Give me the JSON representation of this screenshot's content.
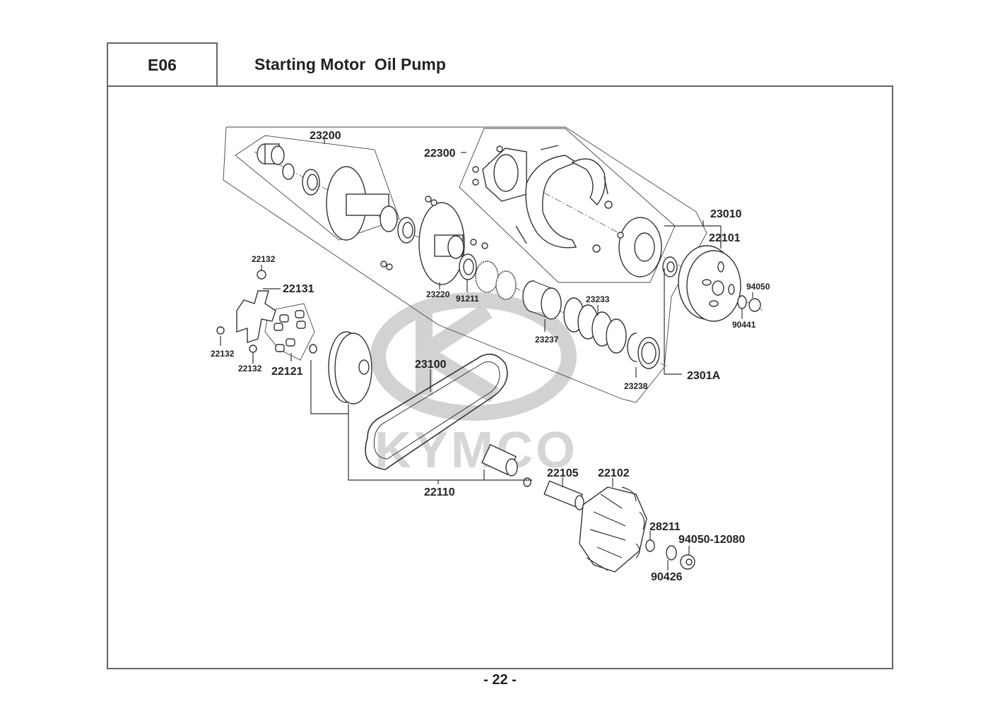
{
  "header": {
    "section_code": "E06",
    "title": "Starting Motor  Oil Pump"
  },
  "watermark": {
    "brand": "KYMCO",
    "color": "#d2d2d2"
  },
  "diagram": {
    "part_labels": [
      {
        "id": "23200",
        "text": "23200"
      },
      {
        "id": "22300",
        "text": "22300"
      },
      {
        "id": "23010",
        "text": "23010"
      },
      {
        "id": "22101",
        "text": "22101"
      },
      {
        "id": "22132a",
        "text": "22132"
      },
      {
        "id": "22131",
        "text": "22131"
      },
      {
        "id": "22132b",
        "text": "22132"
      },
      {
        "id": "22132c",
        "text": "22132"
      },
      {
        "id": "22121",
        "text": "22121"
      },
      {
        "id": "23220",
        "text": "23220"
      },
      {
        "id": "91211",
        "text": "91211"
      },
      {
        "id": "23233",
        "text": "23233"
      },
      {
        "id": "23237",
        "text": "23237"
      },
      {
        "id": "94050",
        "text": "94050"
      },
      {
        "id": "90441",
        "text": "90441"
      },
      {
        "id": "23238",
        "text": "23238"
      },
      {
        "id": "2301A",
        "text": "2301A"
      },
      {
        "id": "23100",
        "text": "23100"
      },
      {
        "id": "22110",
        "text": "22110"
      },
      {
        "id": "22105",
        "text": "22105"
      },
      {
        "id": "22102",
        "text": "22102"
      },
      {
        "id": "28211",
        "text": "28211"
      },
      {
        "id": "94050-12080",
        "text": "94050-12080"
      },
      {
        "id": "90426",
        "text": "90426"
      }
    ]
  },
  "footer": {
    "page_number": "- 22 -"
  }
}
